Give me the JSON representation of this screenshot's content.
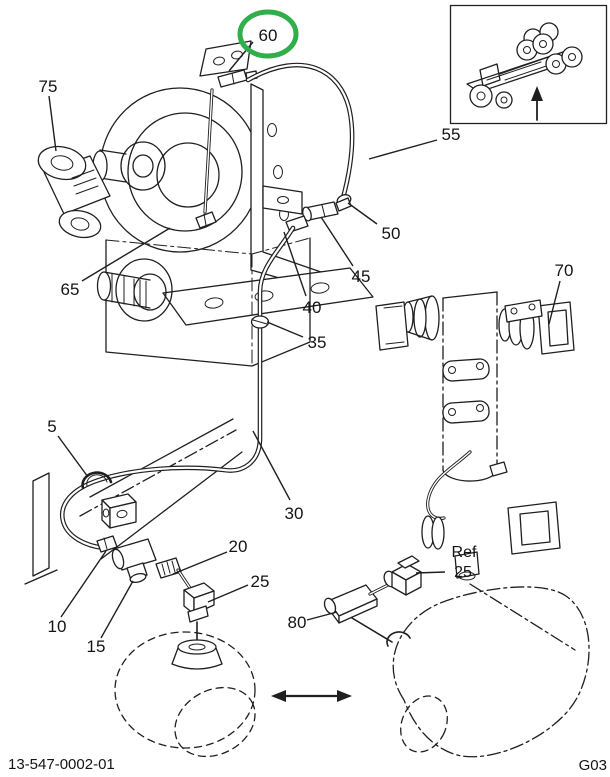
{
  "colors": {
    "ink": "#1f1f1f",
    "paper": "#ffffff",
    "highlight": "#2fae4a"
  },
  "callouts": {
    "c5": "5",
    "c10": "10",
    "c15": "15",
    "c20": "20",
    "c25": "25",
    "c30": "30",
    "c35": "35",
    "c40": "40",
    "c45": "45",
    "c50": "50",
    "c55": "55",
    "c60": "60",
    "c65": "65",
    "c70": "70",
    "c75": "75",
    "c80": "80"
  },
  "ref_callout": {
    "prefix": "Ref",
    "number": "25"
  },
  "highlighted_callout": "60",
  "footer": {
    "figure_number": "13-547-0002-01",
    "page_code": "G03"
  }
}
